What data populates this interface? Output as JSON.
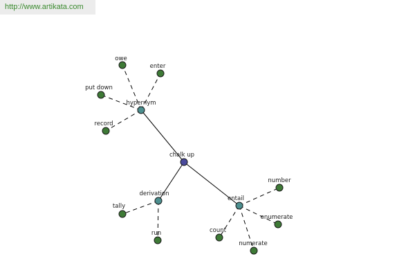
{
  "header": {
    "url": "http://www.artikata.com"
  },
  "colors": {
    "root": "#4a4a9c",
    "relation": "#4c8f8f",
    "leaf": "#3e7a36"
  },
  "graph": {
    "nodes": [
      {
        "id": "chalk-up",
        "label": "chalk up",
        "type": "root"
      },
      {
        "id": "hypernym",
        "label": "hypernym",
        "type": "relation"
      },
      {
        "id": "derivation",
        "label": "derivation",
        "type": "relation"
      },
      {
        "id": "entail",
        "label": "entail",
        "type": "relation"
      },
      {
        "id": "owe",
        "label": "owe",
        "type": "leaf"
      },
      {
        "id": "enter",
        "label": "enter",
        "type": "leaf"
      },
      {
        "id": "put-down",
        "label": "put down",
        "type": "leaf"
      },
      {
        "id": "record",
        "label": "record",
        "type": "leaf"
      },
      {
        "id": "tally",
        "label": "tally",
        "type": "leaf"
      },
      {
        "id": "run",
        "label": "run",
        "type": "leaf"
      },
      {
        "id": "number",
        "label": "number",
        "type": "leaf"
      },
      {
        "id": "enumerate",
        "label": "enumerate",
        "type": "leaf"
      },
      {
        "id": "count",
        "label": "count",
        "type": "leaf"
      },
      {
        "id": "numerate",
        "label": "numerate",
        "type": "leaf"
      }
    ],
    "edges": [
      {
        "from": "chalk-up",
        "to": "hypernym",
        "style": "solid"
      },
      {
        "from": "chalk-up",
        "to": "derivation",
        "style": "solid"
      },
      {
        "from": "chalk-up",
        "to": "entail",
        "style": "solid"
      },
      {
        "from": "hypernym",
        "to": "owe",
        "style": "dashed"
      },
      {
        "from": "hypernym",
        "to": "enter",
        "style": "dashed"
      },
      {
        "from": "hypernym",
        "to": "put-down",
        "style": "dashed"
      },
      {
        "from": "hypernym",
        "to": "record",
        "style": "dashed"
      },
      {
        "from": "derivation",
        "to": "tally",
        "style": "dashed"
      },
      {
        "from": "derivation",
        "to": "run",
        "style": "dashed"
      },
      {
        "from": "entail",
        "to": "number",
        "style": "dashed"
      },
      {
        "from": "entail",
        "to": "enumerate",
        "style": "dashed"
      },
      {
        "from": "entail",
        "to": "count",
        "style": "dashed"
      },
      {
        "from": "entail",
        "to": "numerate",
        "style": "dashed"
      }
    ]
  }
}
